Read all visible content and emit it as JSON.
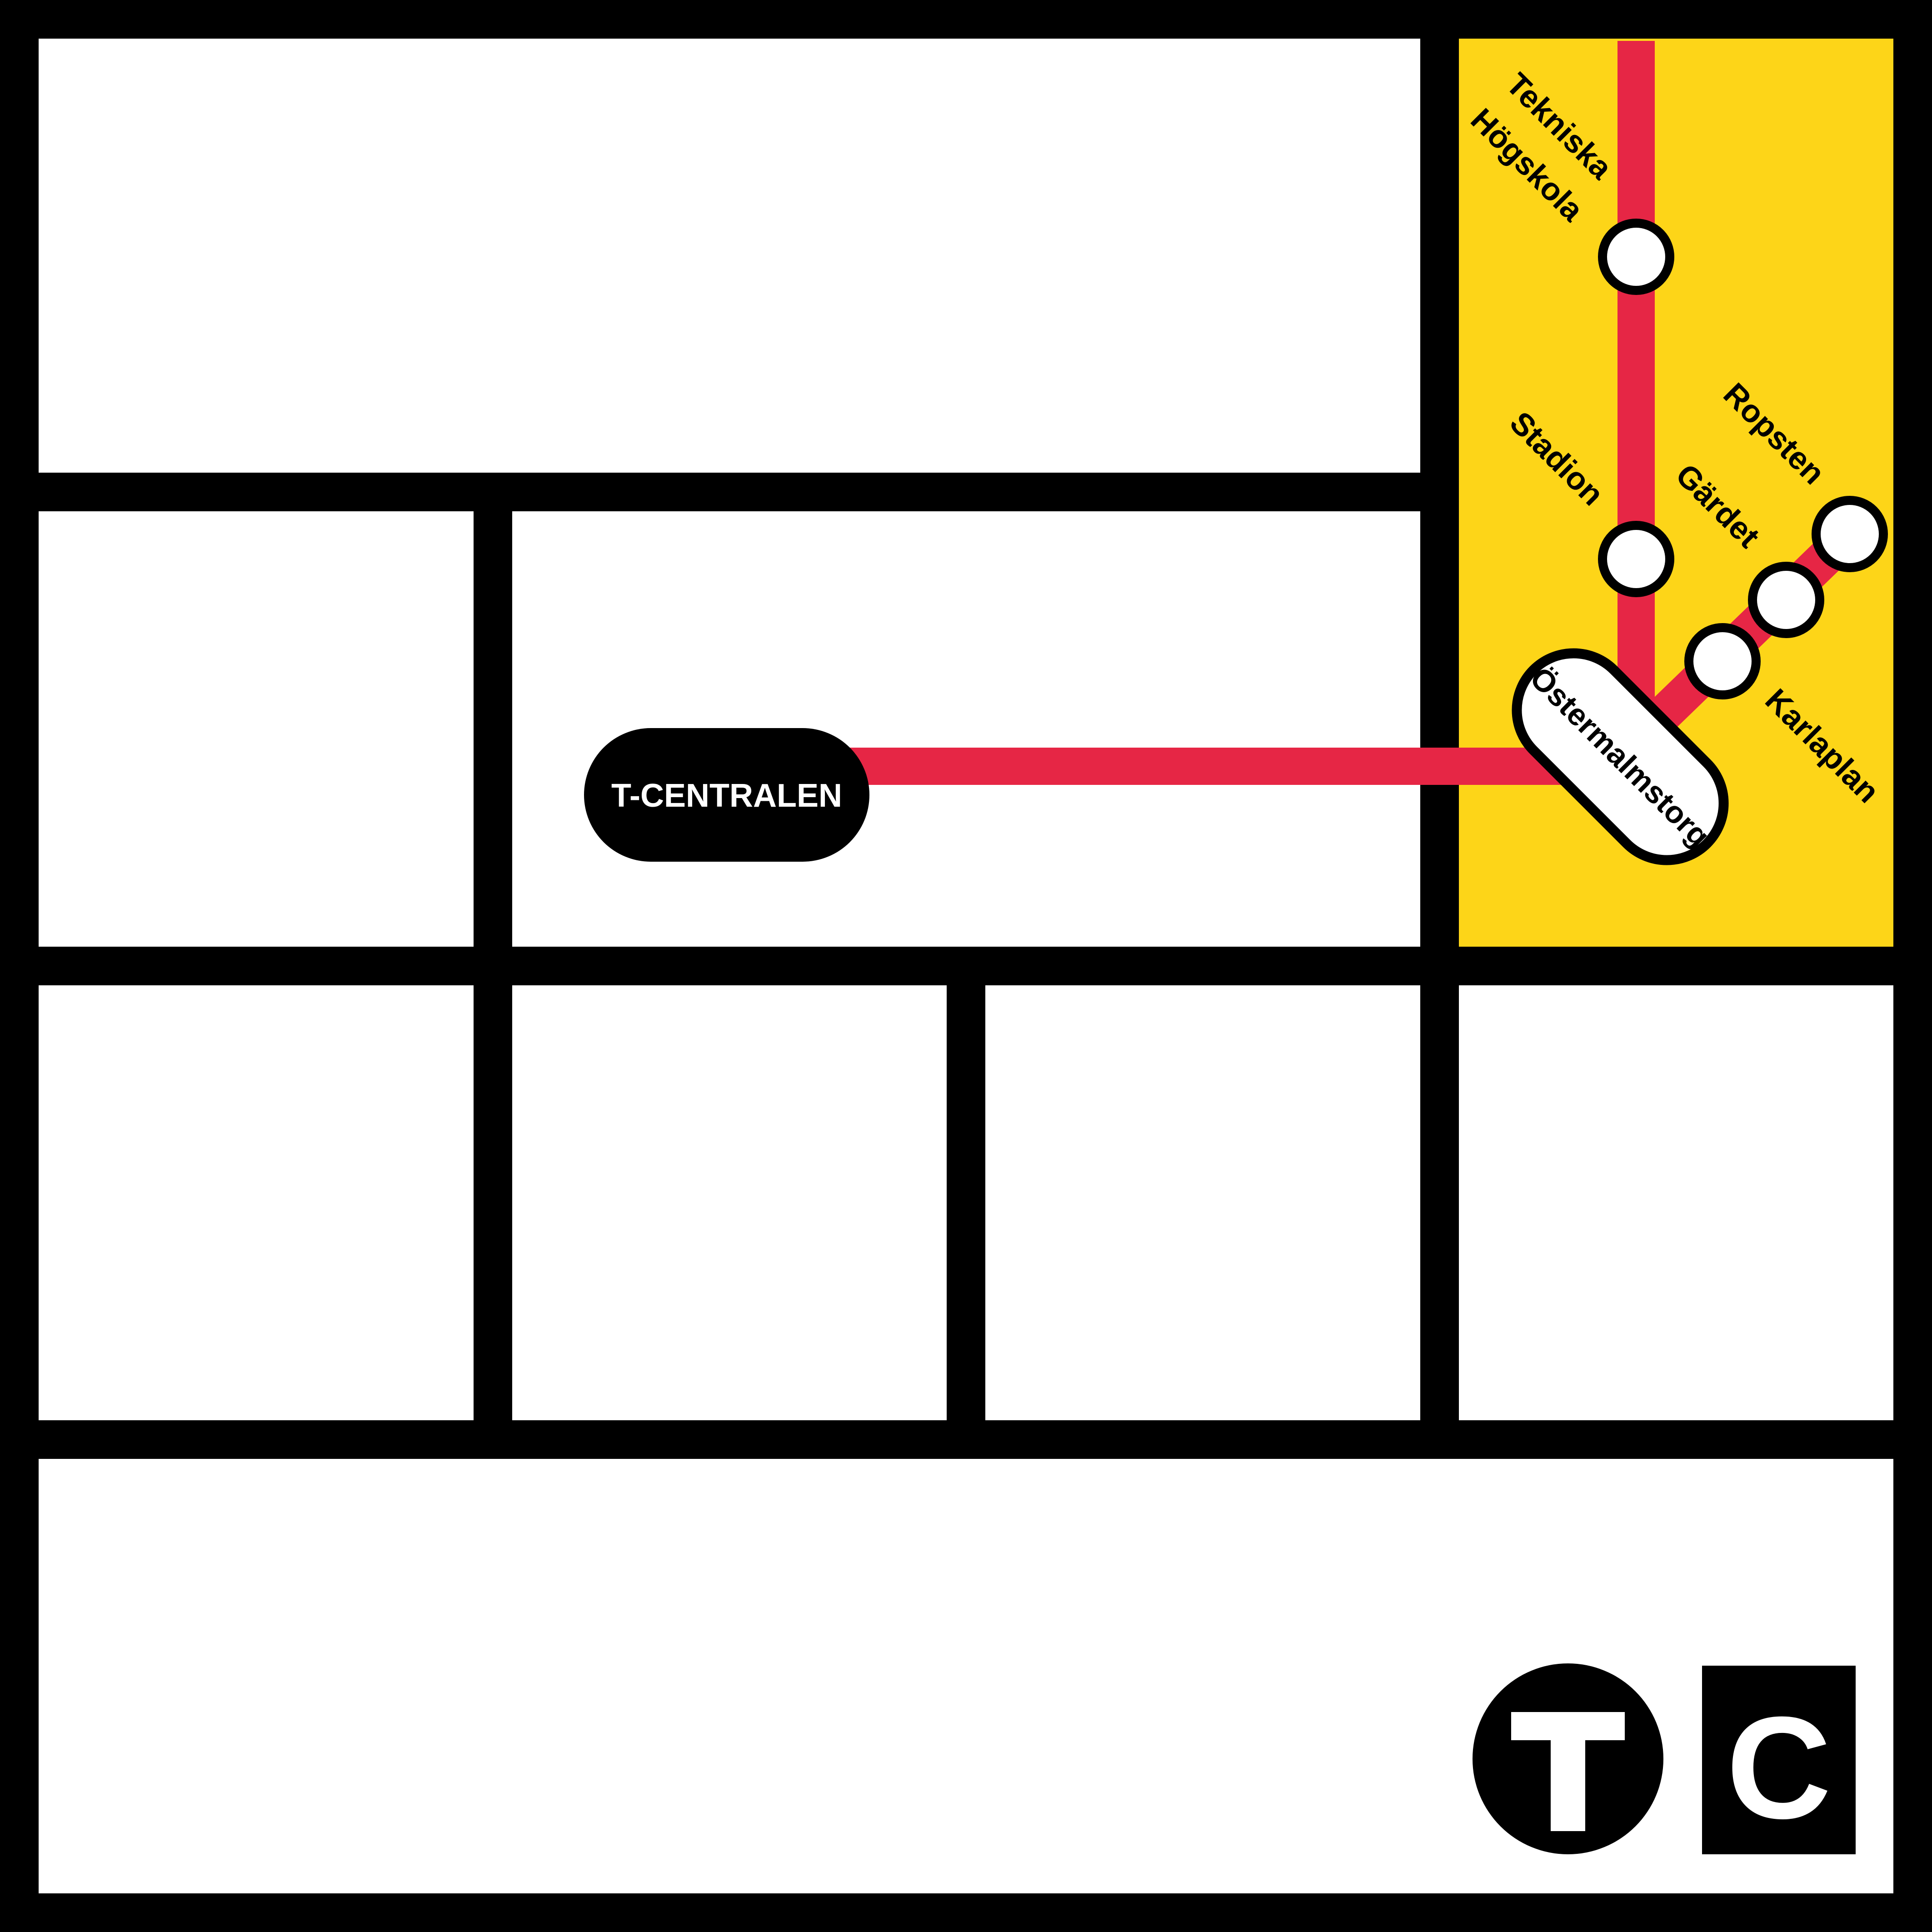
{
  "colors": {
    "background": "#ffffff",
    "grid": "#000000",
    "highlight_zone": "#fdd518",
    "line": "#e62645"
  },
  "stations": {
    "t_centralen": "T-CENTRALEN",
    "ostermalmstorg": "Östermalmstorg",
    "tekniska_line1": "Tekniska",
    "tekniska_line2": "Högskola",
    "stadion": "Stadion",
    "gardet": "Gärdet",
    "ropsten": "Ropsten",
    "karlaplan": "Karlaplan"
  },
  "logos": {
    "t_symbol": "T",
    "c_symbol": "C"
  }
}
